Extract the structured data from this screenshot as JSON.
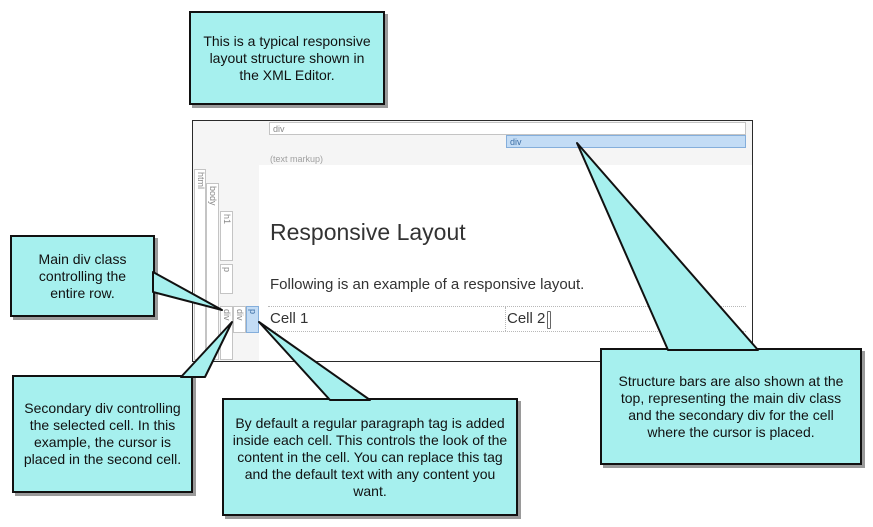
{
  "callouts": {
    "top": "This is a typical responsive layout structure shown in the XML Editor.",
    "main_div": "Main div class controlling the entire row.",
    "secondary_div": "Secondary div controlling the selected cell. In this example, the cursor is placed in the second cell.",
    "paragraph": "By default a regular paragraph tag is added inside each cell. This controls the look of the content in the cell. You can replace this tag and the default text with any content you want.",
    "structure_bars": "Structure bars are also shown at the top, representing the main div class and the secondary div for the cell where the cursor is placed."
  },
  "editor": {
    "top_bars": {
      "main": "div",
      "selected": "div"
    },
    "text_markup": "(text markup)",
    "left_bars": {
      "html": "html",
      "body": "body",
      "h1": "h1",
      "p": "p",
      "div_main": "div",
      "div_cell": "div",
      "p_cell": "p"
    },
    "heading": "Responsive Layout",
    "paragraph": "Following is an example of a responsive layout.",
    "cells": [
      "Cell 1",
      "Cell 2"
    ]
  },
  "colors": {
    "callout_fill": "#a6f0ee",
    "callout_border": "#111111",
    "selected_bar": "#c3dcf5"
  }
}
